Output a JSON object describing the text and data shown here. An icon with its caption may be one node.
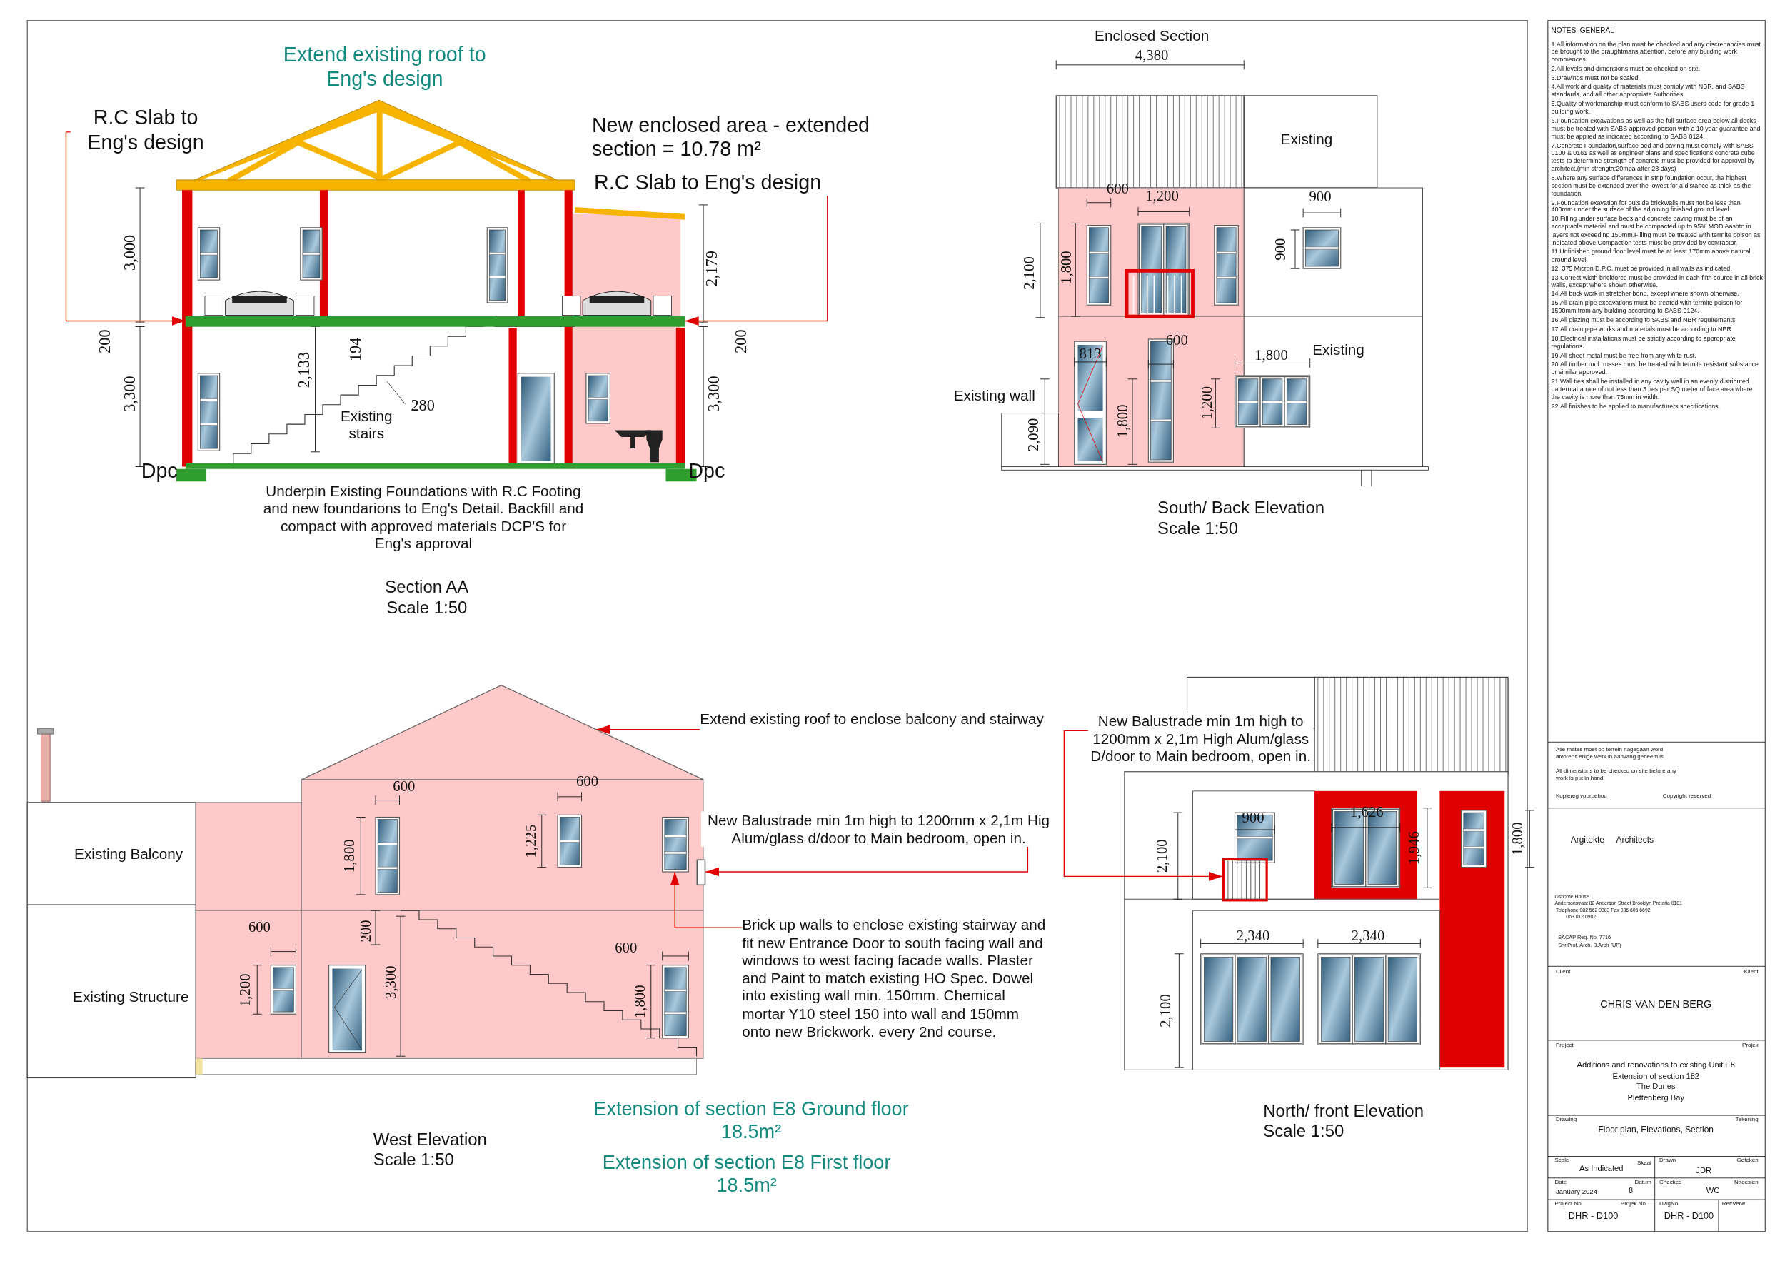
{
  "diagram": {
    "nodes": [
      {
        "text": [
          "R.C Slab to Eng's design"
        ]
      },
      {
        "text": [
          "R.C Slab to Eng's design"
        ]
      },
      {
        "text": [],
        "shape": "bar"
      },
      {
        "text": [
          "Extend existing roof to enclose balcony and stairway"
        ]
      },
      {
        "text": [],
        "shape": "picture"
      },
      {
        "text": [
          "New Balustrade min 1m high to 1200mm x 2,1m Hig Alum/glass d/door to Main bedroom, open in."
        ]
      },
      {
        "text": [],
        "shape": "box"
      },
      {
        "text": [
          "Brick up walls to enclose existing stairway and fit new Entrance Door to south facing wall and windows to west facing facade walls. Plaster and Paint  to match existing HO Spec. Dowel into existing wall min. 150mm. Chemical mortar Y10 steel 150 into wall and 150mm onto new Brickwork. every 2nd course."
        ]
      },
      {
        "text": [],
        "shape": "picture"
      },
      {
        "text": [
          "New Balustrade min 1m high to 1200mm x 2,1m High Alum/glass D/door to Main bedroom, open in."
        ]
      },
      {
        "text": [],
        "shape": "picture"
      }
    ],
    "edges": [
      {
        "from": 0,
        "to": 2,
        "arrow": "to"
      },
      {
        "from": 1,
        "to": 2,
        "arrow": "to"
      },
      {
        "from": 3,
        "to": 4,
        "arrow": "to"
      },
      {
        "from": 5,
        "to": 6,
        "arrow": "to"
      },
      {
        "from": 7,
        "to": 8,
        "arrow": "to"
      },
      {
        "from": 9,
        "to": 10,
        "arrow": "to"
      }
    ],
    "labels": [
      "Extend existing roof to Eng's design",
      "New enclosed area - extended section = 10.78 m²",
      "3,000",
      "200",
      "3,300",
      "2,133",
      "194",
      "280",
      "Existing stairs",
      "2,179",
      "200",
      "3,300",
      "Dpc",
      "Dpc",
      "Underpin Existing Foundations with R.C Footing and new foundarions to Eng's Detail. Backfill and compact with approved materials DCP'S for Eng's approval",
      "Section AA Scale 1:50",
      "Enclosed Section",
      "4,380",
      "Existing",
      "600",
      "1,200",
      "900",
      "2,100",
      "1,800",
      "900",
      "600",
      "813",
      "1,800",
      "Existing",
      "Existing wall",
      "2,090",
      "1,800",
      "1,200",
      "South/ Back Elevation Scale 1:50",
      "Existing Balcony",
      "600",
      "600",
      "1,800",
      "1,225",
      "200",
      "600",
      "600",
      "1,200",
      "3,300",
      "1,800",
      "Existing Structure",
      "Extension of section E8 Ground floor 18.5m²",
      "Extension of section E8 First floor 18.5m²",
      "West Elevation Scale 1:50",
      "900",
      "1,626",
      "2,100",
      "1,946",
      "1,800",
      "2,340",
      "2,340",
      "2,100",
      "North/ front Elevation Scale 1:50",
      "NOTES: GENERAL",
      "1.All information on the plan must be checked and any discrepancies must be brought to the draughtmans attention, before any building work commences.",
      "2.All levels and dimensions must be checked on site.",
      "3.Drawings must not be scaled.",
      "4.All work and quality of materials must comply with NBR, and SABS standards, and all other appropriate Authorities.",
      "5.Quality of workmanship must conform to SABS users code for grade 1 building work.",
      "6.Foundation excavations as well as the full surface area below all decks must be treated with SABS approved poison with a 10 year guarantee and must be applied as indicated according to SABS 0124.",
      "7.Concrete Foundation,surface bed and paving must comply with SABS 0100 & 0161 as well as engineer plans and specifications concrete cube tests to determine strength of concrete must be provided for approval by architect.(min strength:20mpa after 28 days)",
      "8.Where any surface differences in strip foundation occur, the highest section must be extended over the lowest for a distance as thick as the foundation.",
      "9.Foundation exavation for outside brickwalls must not be less than 400mm under the surface of the adjoining finished ground level.",
      "10.Filling under surface beds and concrete paving must be of an acceptable material and must be compacted up to 95% MOD Aashto in layers not exceeding 150mm.Filling must be treated with termite poison as indicated above.Compaction tests must be provided by contractor.",
      "11.Unfinished ground floor level must be at least 170mm above natural ground level.",
      "12. 375 Micron D.P.C. must be provided in all walls as indicated.",
      "13.Correct width brickforce must be provided in each fifth cource in all brick walls, except where shown otherwise.",
      "14.All brick work in stretcher bond, except where shown otherwise.",
      "15.All drain pipe excavations must be treated with termite poison for 1500mm from any building according to SABS 0124.",
      "16.All glazing must be according to SABS and NBR requirements.",
      "17.All drain pipe works and materials must be according to NBR",
      "18.Electrical installations must be strictly according to appropriate regulations.",
      "19.All sheet metal must be free from any white rust.",
      "20.All timber roof trusses must be treated with termite resistant substance or similar approved.",
      "21.Wall ties shall be installed in any cavity wall in an evenly distributed pattern at a rate of not less than 3 ties per SQ meter of face area where the cavity is more than 75mm in width.",
      "22.All finishes to be applied to manufacturers specifications.",
      "Alle mates moet op terrein nagegaan word alvorens enige werk in aanvang geneem is",
      "All dimensions to be checked on site before any work is put in hand",
      "Kopiereg voorbehou",
      "Copyright reserved",
      "Argitekte",
      "Architects",
      "Osborne House",
      "Andersonstraat 82 Anderson Street Brooklyn Pretoria 0181",
      "Telephone 082 562 9383  Fax 086 605 6692",
      "063 012 0902",
      "SACAP Reg. No. 7716",
      "Snr.Prof. Arch. B.Arch (UP)",
      "Client",
      "Klient",
      "CHRIS VAN DEN BERG",
      "Project",
      "Projek",
      "Additions and renovations to existing Unit E8",
      "Extension of section 182",
      "The Dunes",
      "Plettenberg Bay",
      "Drawing",
      "Tekening",
      "Floor plan, Elevations, Section",
      "Scale",
      "Skaal",
      "As Indicated",
      "Drawn",
      "Geteken",
      "JDR",
      "Date",
      "Datum",
      "January 2024",
      "8",
      "Checked",
      "Nagesien",
      "WC",
      "Project No.",
      "Projek No.",
      "DHR - D100",
      "DwgNo",
      "DHR - D100",
      "Ref/Verw"
    ]
  }
}
